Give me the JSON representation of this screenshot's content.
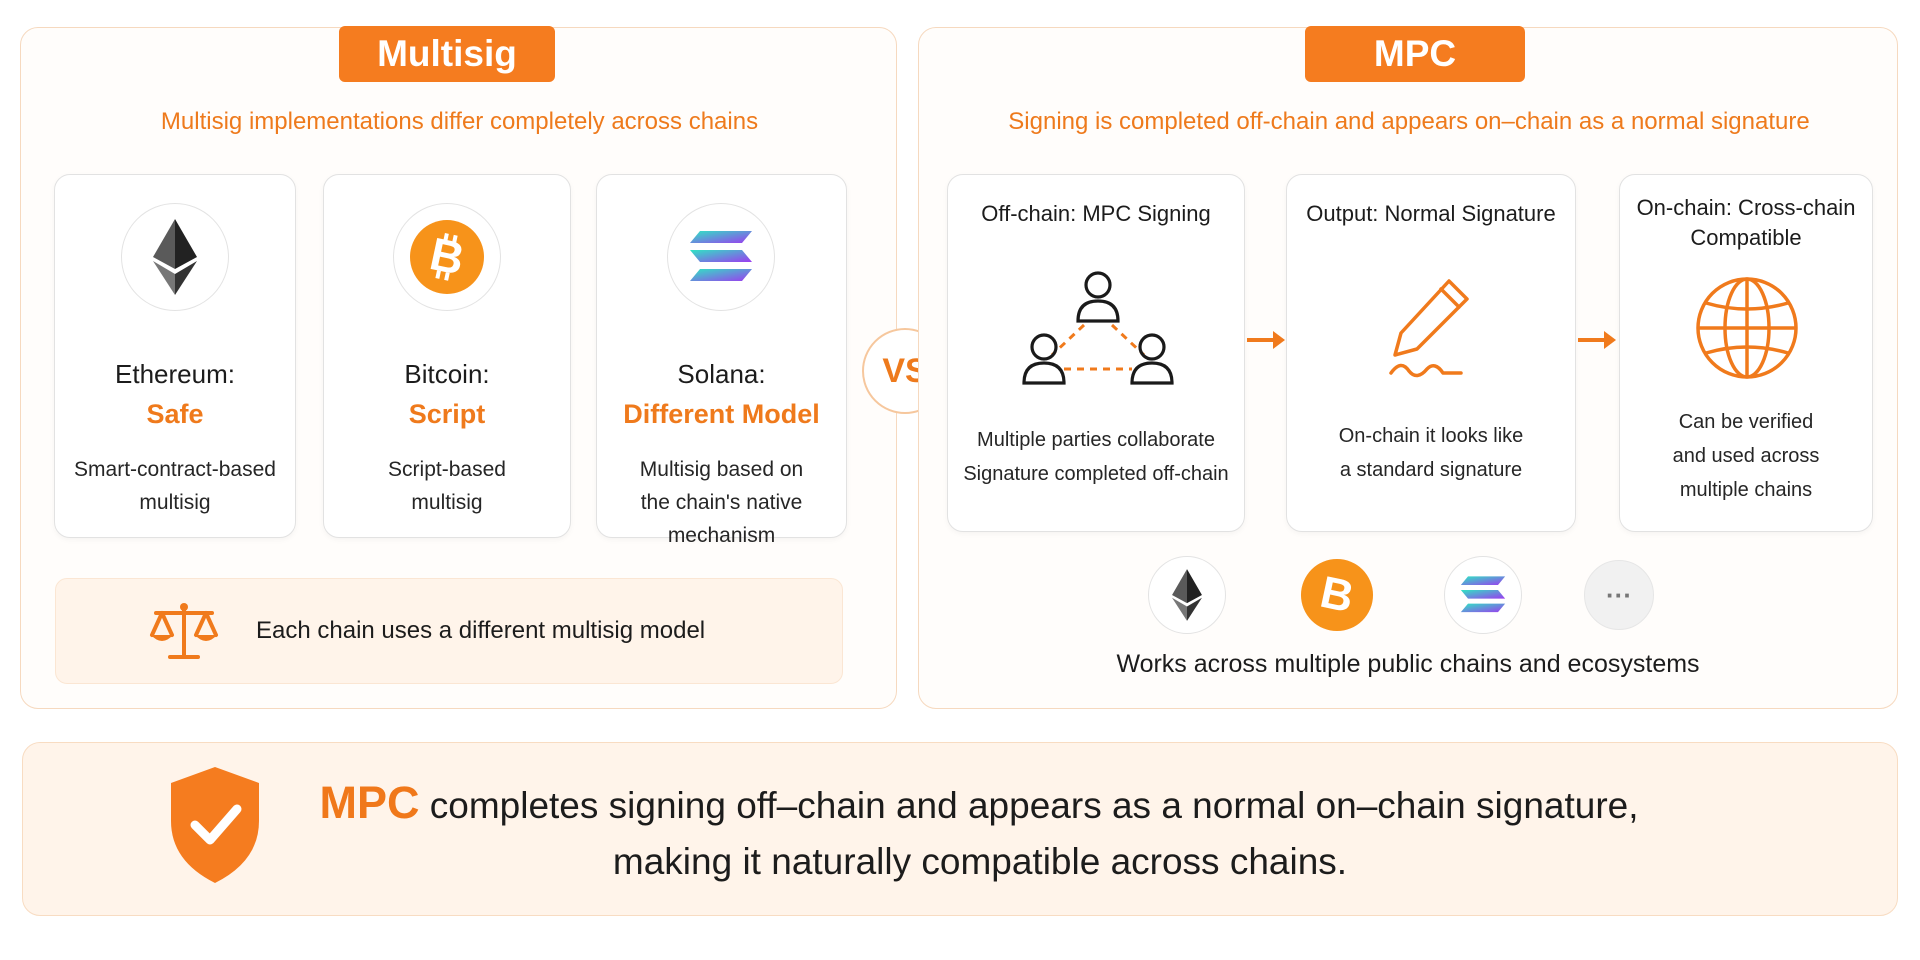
{
  "multisig": {
    "tag": "Multisig",
    "subtitle": "Multisig implementations differ completely across chains",
    "chains": [
      {
        "name": "Ethereum:",
        "impl": "Safe",
        "desc_lines": [
          "Smart-contract-based",
          "multisig"
        ],
        "icon": "ethereum-icon"
      },
      {
        "name": "Bitcoin:",
        "impl": "Script",
        "desc_lines": [
          "Script-based",
          "multisig"
        ],
        "icon": "bitcoin-icon"
      },
      {
        "name": "Solana:",
        "impl": "Different Model",
        "desc_lines": [
          "Multisig based on",
          "the chain's native",
          "mechanism"
        ],
        "icon": "solana-icon"
      }
    ],
    "note": "Each chain uses a different multisig model",
    "note_icon": "scales-icon"
  },
  "vs": "VS",
  "mpc": {
    "tag": "MPC",
    "subtitle": "Signing is completed off-chain and appears on–chain as a normal signature",
    "steps": [
      {
        "title_lines": [
          "Off-chain: MPC Signing"
        ],
        "desc_lines": [
          "Multiple parties collaborate",
          "Signature completed off-chain"
        ],
        "icon": "parties-icon"
      },
      {
        "title_lines": [
          "Output: Normal Signature"
        ],
        "desc_lines": [
          "On-chain it looks like",
          "a standard signature"
        ],
        "icon": "pen-signature-icon"
      },
      {
        "title_lines": [
          "On-chain: Cross-chain",
          "Compatible"
        ],
        "desc_lines": [
          "Can be verified",
          "and used across",
          "multiple chains"
        ],
        "icon": "globe-icon"
      }
    ],
    "ecosystem_icons": [
      "ethereum-icon",
      "bitcoin-icon",
      "solana-icon",
      "more-icon"
    ],
    "ecosystem_more": "···",
    "ecosystem_caption": "Works across multiple public chains and ecosystems"
  },
  "banner": {
    "accent": "MPC",
    "line1_rest": " completes signing off–chain and appears as a normal on–chain signature,",
    "line2": "making it naturally compatible across chains.",
    "icon": "shield-check-icon"
  },
  "colors": {
    "accent": "#f57c1f",
    "accent_text": "#ee7a1c",
    "border": "#f6d9bf",
    "note_bg": "#fff4ea"
  }
}
